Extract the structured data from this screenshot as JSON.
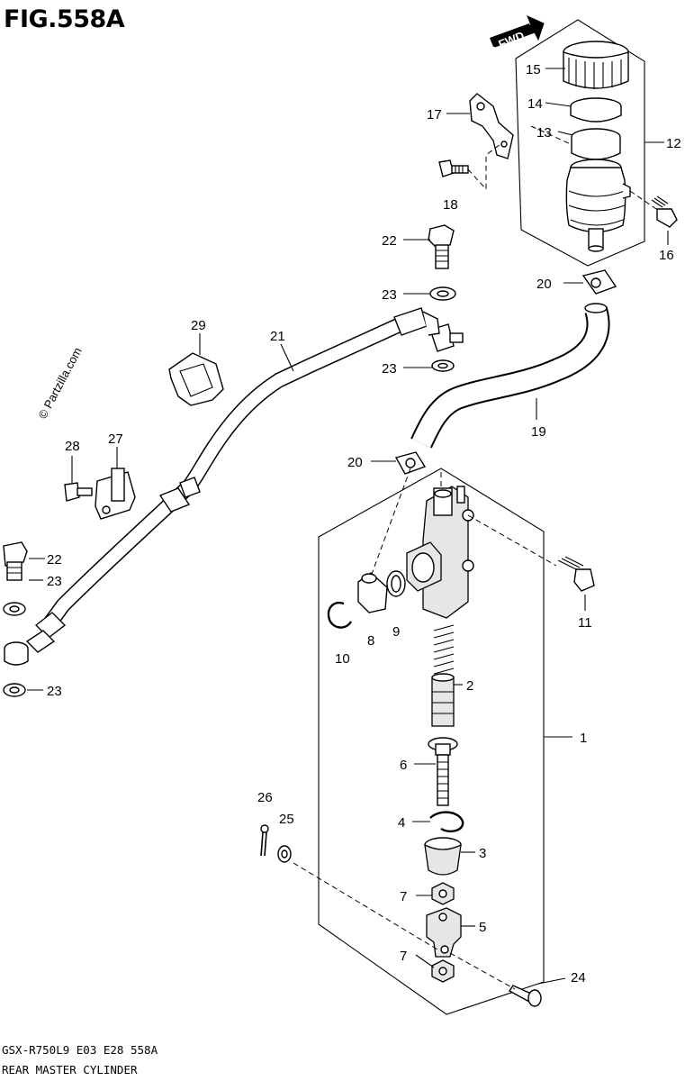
{
  "header": {
    "title": "FIG.558A"
  },
  "footer": {
    "model_code": "GSX-R750L9  E03  E28  558A",
    "section_name": "REAR MASTER CYLINDER"
  },
  "watermark": "© Partzilla.com",
  "fwd_label": "FWD",
  "callouts": [
    {
      "id": "c1",
      "text": "1"
    },
    {
      "id": "c2",
      "text": "2"
    },
    {
      "id": "c3",
      "text": "3"
    },
    {
      "id": "c4",
      "text": "4"
    },
    {
      "id": "c5",
      "text": "5"
    },
    {
      "id": "c6",
      "text": "6"
    },
    {
      "id": "c7a",
      "text": "7"
    },
    {
      "id": "c7b",
      "text": "7"
    },
    {
      "id": "c8",
      "text": "8"
    },
    {
      "id": "c9",
      "text": "9"
    },
    {
      "id": "c10",
      "text": "10"
    },
    {
      "id": "c11",
      "text": "11"
    },
    {
      "id": "c12",
      "text": "12"
    },
    {
      "id": "c13",
      "text": "13"
    },
    {
      "id": "c14",
      "text": "14"
    },
    {
      "id": "c15",
      "text": "15"
    },
    {
      "id": "c16",
      "text": "16"
    },
    {
      "id": "c17",
      "text": "17"
    },
    {
      "id": "c18",
      "text": "18"
    },
    {
      "id": "c19",
      "text": "19"
    },
    {
      "id": "c20a",
      "text": "20"
    },
    {
      "id": "c20b",
      "text": "20"
    },
    {
      "id": "c21",
      "text": "21"
    },
    {
      "id": "c22a",
      "text": "22"
    },
    {
      "id": "c22b",
      "text": "22"
    },
    {
      "id": "c23a",
      "text": "23"
    },
    {
      "id": "c23b",
      "text": "23"
    },
    {
      "id": "c23c",
      "text": "23"
    },
    {
      "id": "c23d",
      "text": "23"
    },
    {
      "id": "c24",
      "text": "24"
    },
    {
      "id": "c25",
      "text": "25"
    },
    {
      "id": "c26",
      "text": "26"
    },
    {
      "id": "c27",
      "text": "27"
    },
    {
      "id": "c28",
      "text": "28"
    },
    {
      "id": "c29",
      "text": "29"
    }
  ]
}
